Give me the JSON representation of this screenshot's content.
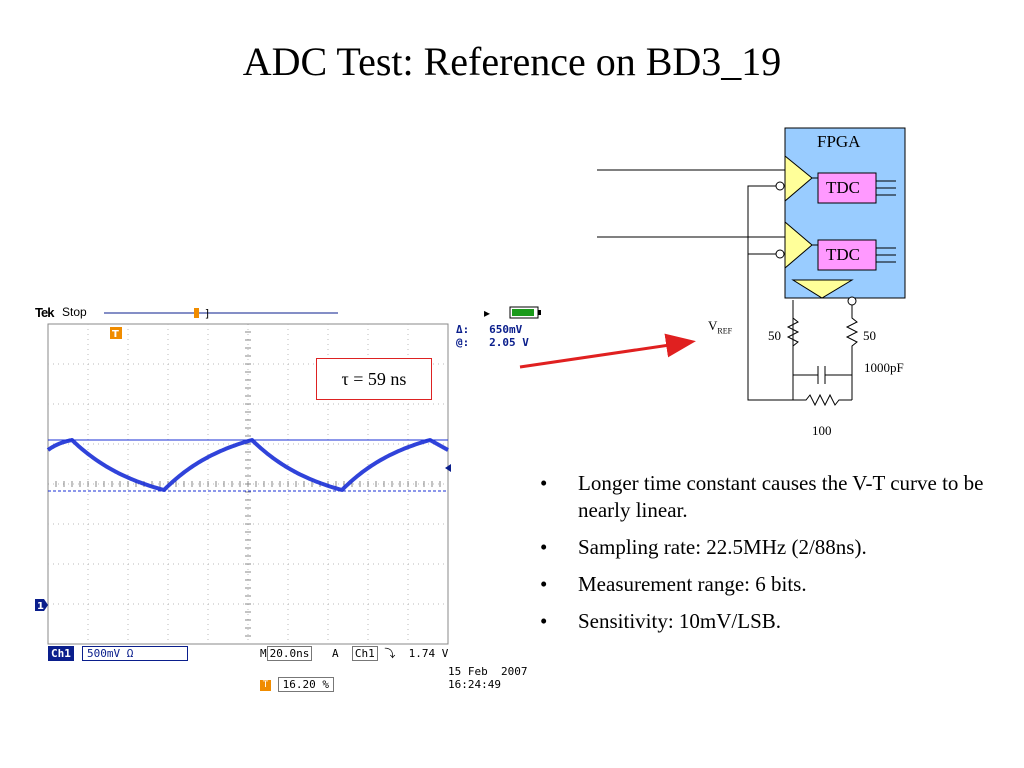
{
  "slide": {
    "title": "ADC Test: Reference on BD3_19"
  },
  "scope": {
    "brand": "Tek",
    "run_state": "Stop",
    "cursor_delta_label": "Δ:",
    "cursor_delta_value": "650mV",
    "cursor_at_label": "@:",
    "cursor_at_value": "2.05 V",
    "channel": "Ch1",
    "volts_per_div": "500mV Ω",
    "timebase_prefix": "M",
    "timebase": "20.0ns",
    "trigger_mode": "A",
    "trigger_source": "Ch1",
    "trigger_slope": "⤵",
    "trigger_level": "1.74 V",
    "trigger_position": "16.20 %",
    "date": "15 Feb  2007",
    "time": "16:24:49",
    "ground_marker": "1",
    "trigger_marker": "T",
    "trace_color": "#1a2fd6",
    "tau_label": "τ = 59 ns"
  },
  "circuit": {
    "fpga_label": "FPGA",
    "tdc1_label": "TDC",
    "tdc2_label": "TDC",
    "vref_label": "V",
    "vref_sub": "REF",
    "r_left": "50",
    "r_right": "50",
    "cap": "1000pF",
    "r_bottom": "100",
    "fpga_color": "#99ccff",
    "tdc_color": "#ff99ff",
    "buffer_color": "#ffff99"
  },
  "bullets": [
    "Longer time constant causes the V-T curve to be nearly linear.",
    "Sampling rate: 22.5MHz (2/88ns).",
    "Measurement range: 6 bits.",
    "Sensitivity: 10mV/LSB."
  ]
}
